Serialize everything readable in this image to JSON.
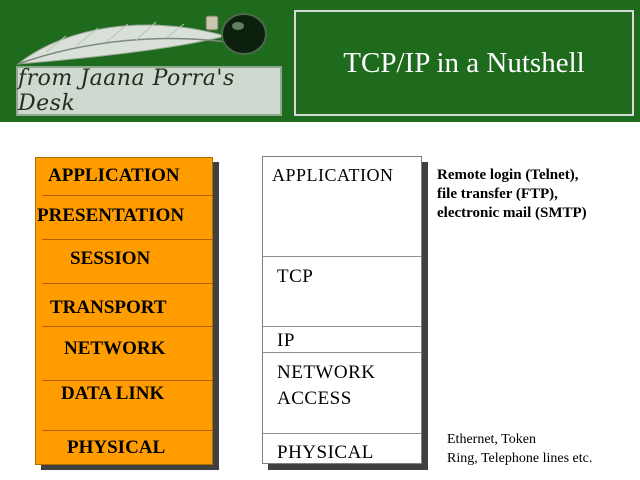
{
  "banner": {
    "logo_text": "from Jaana Porra's Desk",
    "title": "TCP/IP in a Nutshell"
  },
  "osi_layers": [
    "APPLICATION",
    "PRESENTATION",
    "SESSION",
    "TRANSPORT",
    "NETWORK",
    "DATA LINK",
    "PHYSICAL"
  ],
  "tcpip_layers": {
    "application": "APPLICATION",
    "tcp": "TCP",
    "ip": "IP",
    "network_access_line1": "NETWORK",
    "network_access_line2": "ACCESS",
    "physical": "PHYSICAL"
  },
  "notes": {
    "application_line1": "Remote login (Telnet),",
    "application_line2": "file transfer (FTP),",
    "application_line3": "electronic mail (SMTP)",
    "physical_line1": "Ethernet, Token",
    "physical_line2": "Ring, Telephone lines etc."
  },
  "colors": {
    "banner": "#1e6b1e",
    "osi_fill": "#ff9d00",
    "shadow": "#404040"
  }
}
